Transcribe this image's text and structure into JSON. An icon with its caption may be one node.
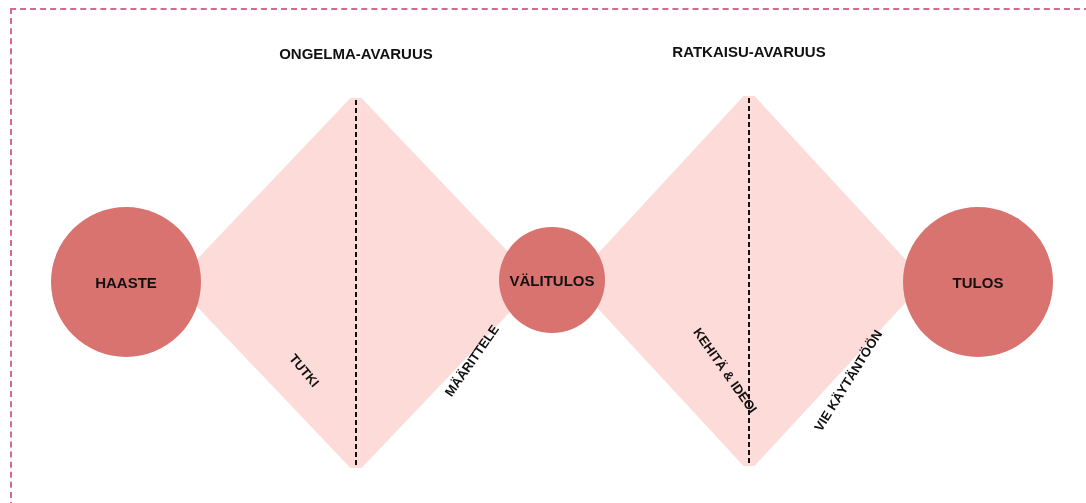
{
  "diagram": {
    "nodes": [
      {
        "text": [
          "HAASTE"
        ]
      },
      {
        "text": [
          "ONGELMA-AVARUUS",
          "TUTKI",
          "MÄÄRITTELE"
        ]
      },
      {
        "text": [
          "VÄLITULOS"
        ]
      },
      {
        "text": [
          "RATKAISU-AVARUUS",
          "KEHITÄ & IDEOI",
          "VIE KÄYTÄNTÖÖN"
        ]
      },
      {
        "text": [
          "TULOS"
        ]
      }
    ]
  }
}
